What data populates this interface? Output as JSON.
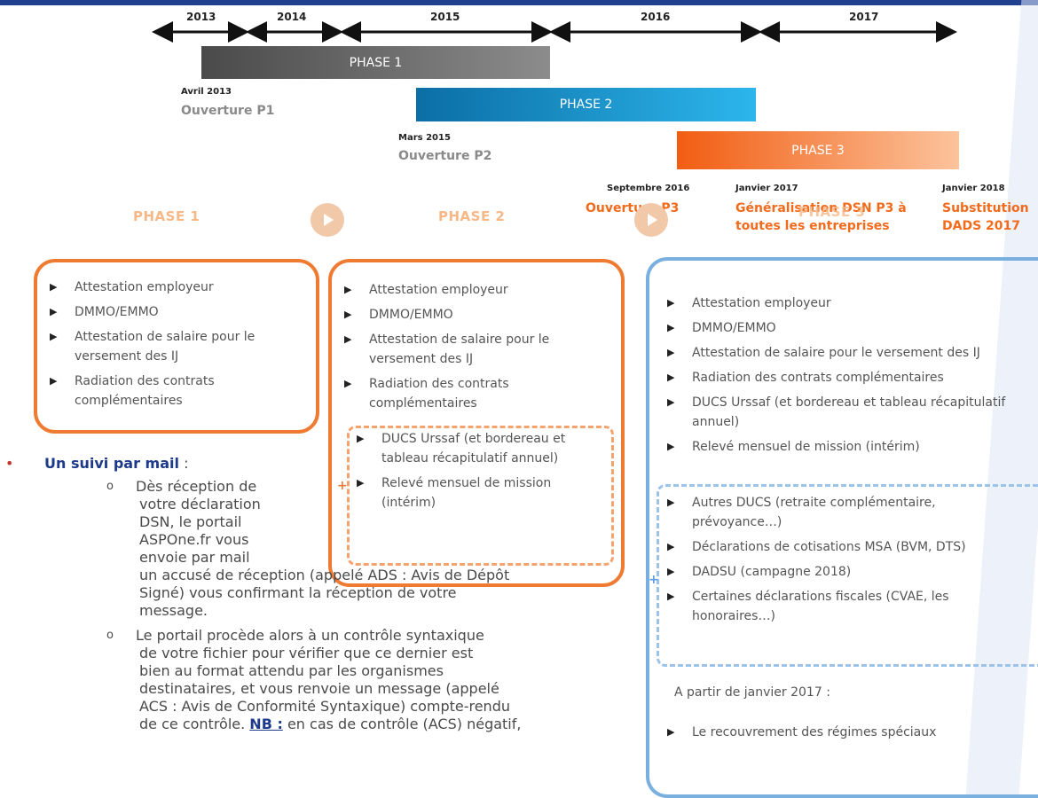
{
  "timeline": {
    "years": [
      "2013",
      "2014",
      "2015",
      "2016",
      "2017"
    ],
    "phases": [
      {
        "label": "PHASE 1"
      },
      {
        "label": "PHASE 2"
      },
      {
        "label": "PHASE 3"
      }
    ],
    "milestones": [
      {
        "date": "Avril 2013",
        "label": "Ouverture P1"
      },
      {
        "date": "Mars 2015",
        "label": "Ouverture P2"
      },
      {
        "date": "Septembre 2016",
        "label": "Ouverture P3"
      },
      {
        "date": "Janvier 2017",
        "label_line1": "Généralisation DSN P3 à",
        "label_line2": "toutes les entreprises"
      },
      {
        "date": "Janvier 2018",
        "label_line1": "Substitution",
        "label_line2": "DADS 2017"
      }
    ]
  },
  "headings": {
    "phase1": "PHASE 1",
    "phase2": "PHASE 2",
    "phase3": "PHASE 3"
  },
  "phase1_items": [
    "Attestation employeur",
    "DMMO/EMMO",
    "Attestation de salaire pour le versement des IJ",
    "Radiation des contrats complémentaires"
  ],
  "phase2_items": [
    "Attestation employeur",
    "DMMO/EMMO",
    "Attestation de salaire pour le versement des IJ",
    "Radiation des contrats complémentaires"
  ],
  "phase2_added_items": [
    "DUCS Urssaf (et bordereau et tableau récapitulatif annuel)",
    "Relevé mensuel de mission (intérim)"
  ],
  "phase3_items": [
    "Attestation employeur",
    "DMMO/EMMO",
    "Attestation de salaire pour le versement des IJ",
    "Radiation des contrats complémentaires",
    "DUCS Urssaf (et bordereau et tableau récapitulatif annuel)",
    "Relevé mensuel de mission (intérim)"
  ],
  "phase3_added_items": [
    "Autres DUCS (retraite complémentaire, prévoyance…)",
    "Déclarations de cotisations MSA (BVM, DTS)",
    "DADSU (campagne 2018)",
    "Certaines déclarations fiscales (CVAE, les honoraires…)"
  ],
  "phase3_extra": {
    "heading": "A partir de janvier 2017 :",
    "item": "Le recouvrement des régimes spéciaux"
  },
  "plus_symbol": "+",
  "mail": {
    "title": "Un suivi par mail",
    "title_suffix": " :",
    "p1_lines": [
      "Dès réception de",
      "votre déclaration",
      "DSN, le portail",
      "ASPOne.fr vous",
      "envoie par mail",
      "un accusé de réception (appelé ADS : Avis de Dépôt",
      "Signé) vous confirmant la réception de votre",
      "message."
    ],
    "p2_lines": [
      "Le portail procède alors à un contrôle syntaxique",
      "de votre fichier pour vérifier que ce dernier est",
      "bien au format attendu par les organismes",
      "destinataires, et vous renvoie un message (appelé",
      "ACS : Avis de Conformité Syntaxique) compte-rendu",
      "de ce contrôle."
    ],
    "nb_label": "NB :",
    "nb_text": " en cas de contrôle (ACS) négatif,"
  },
  "colors": {
    "phase1": "#595959",
    "phase2": "#1a8fc9",
    "phase3": "#f26b1d",
    "box_orange": "#ef7a32",
    "box_blue": "#7ab0e0"
  }
}
